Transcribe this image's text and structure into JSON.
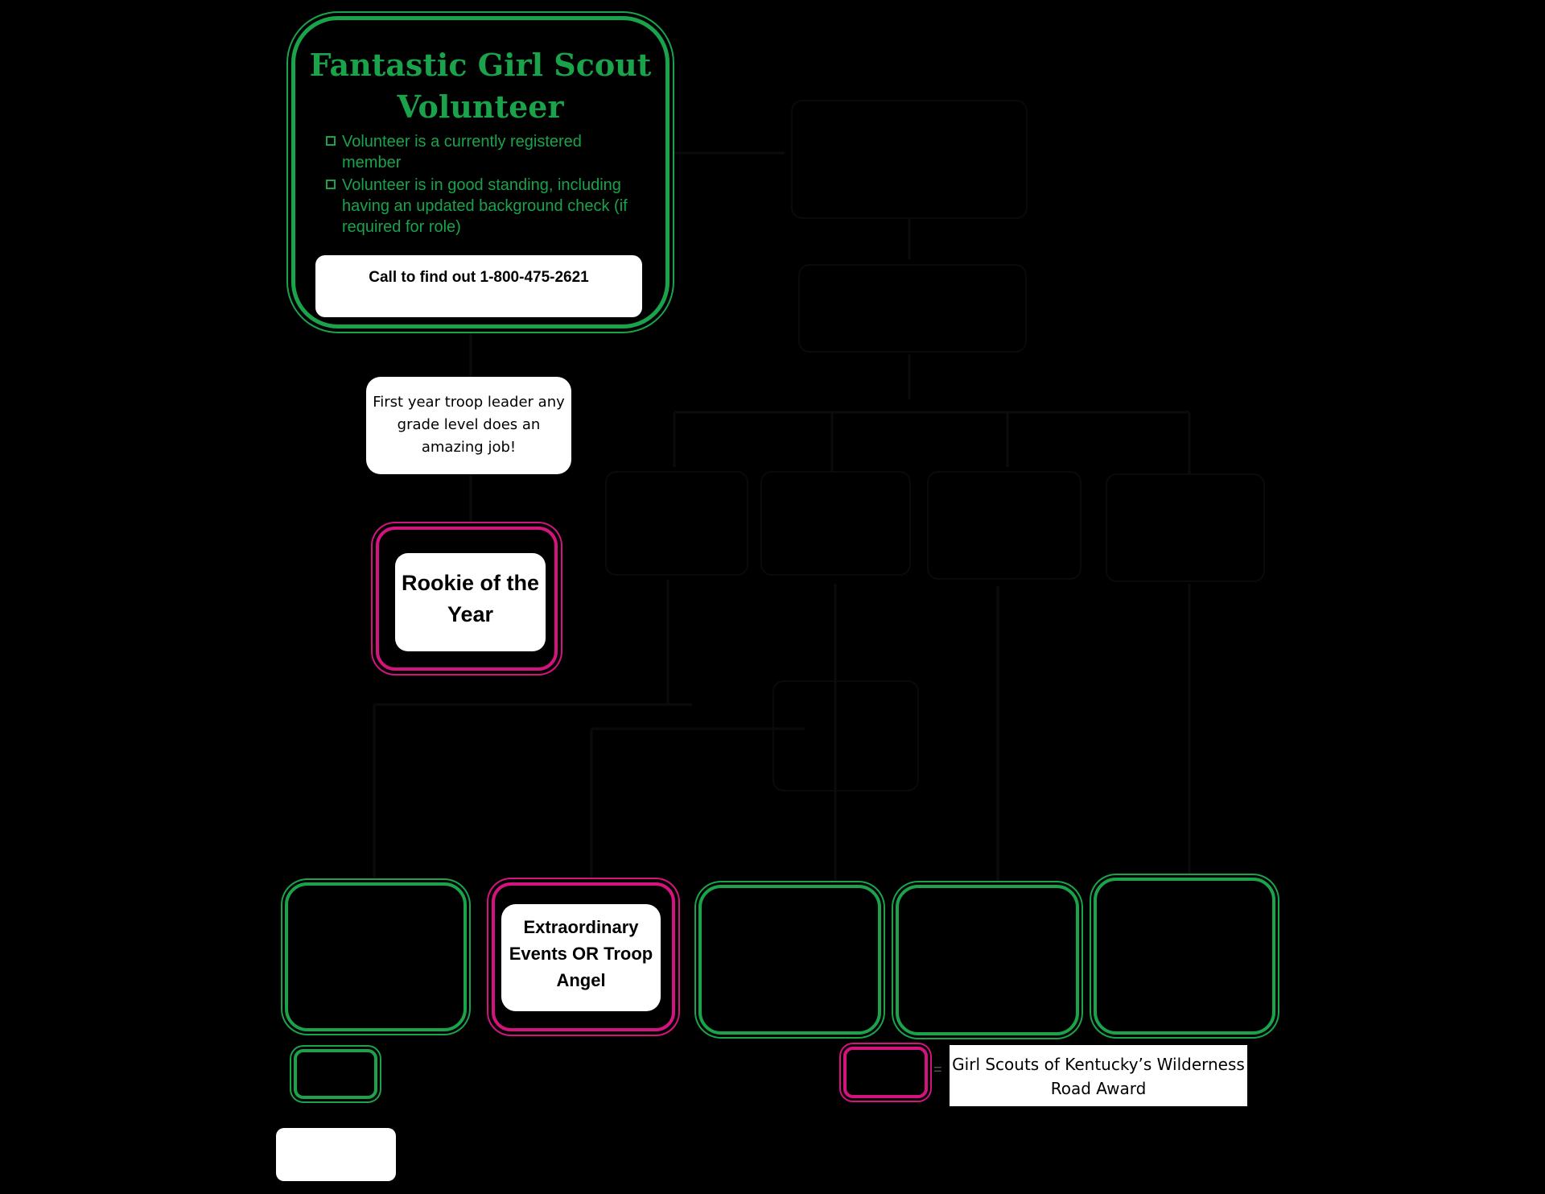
{
  "diagram": {
    "top_box": {
      "title": "Fantastic Girl Scout Volunteer",
      "criteria": [
        "Volunteer is a currently registered member",
        "Volunteer is in good standing, including having an updated background check (if required for role)"
      ],
      "phone_label": "Call to find out 1-800-475-2621"
    },
    "first_year_label": "First year troop leader any grade level does an amazing job!",
    "rookie_label": "Rookie  of the Year",
    "extraordinary_label": "Extraordinary Events OR Troop Angel",
    "legend": {
      "pink_label": "Girl Scouts of Kentucky’s Wilderness Road Award"
    },
    "colors": {
      "green": "#1aa34a",
      "pink": "#d4147e",
      "background": "#000000"
    }
  }
}
